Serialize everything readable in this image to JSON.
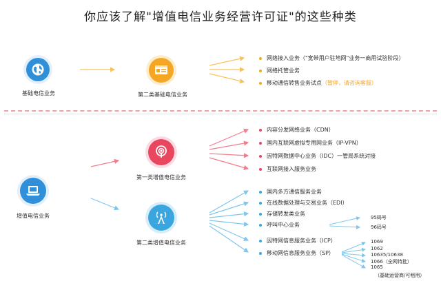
{
  "title": "你应该了解\"增值电信业务经营许可证\"的这些种类",
  "colors": {
    "orange": "#f5a623",
    "red": "#e94660",
    "blue": "#3aa6dd",
    "arrow_orange": "#f8c25a",
    "arrow_red": "#f07c8e",
    "arrow_blue": "#7fc6ea"
  },
  "basic": {
    "root_label": "基础电信业务",
    "category_label": "第二类基础电信业务",
    "items": [
      {
        "text": "网络接入业务（\"宽带用户驻地网\"业务一商用试验阶段）",
        "note": ""
      },
      {
        "text": "网络托管业务",
        "note": ""
      },
      {
        "text": "移动通信转售业务试点",
        "note": "（暂停，请咨询客服）"
      }
    ]
  },
  "value_added": {
    "root_label": "增值电信业务",
    "category1": {
      "label": "第一类增值电信业务",
      "items": [
        "内容分发网络业务（CDN）",
        "国内互联网虚拟专用网业务（IP-VPN）",
        "因特网数据中心业务（IDC）一管局系统对接",
        "互联网接入服务业务"
      ]
    },
    "category2": {
      "label": "第二类增值电信业务",
      "items": [
        "国内多方通信服务业务",
        "在线数据处理与交易业务（EDI）",
        "存储转发类业务",
        "呼叫中心业务",
        "因特网信息服务业务（ICP）",
        "移动网信息服务业务（SP）"
      ],
      "call_center_numbers": [
        "95码号",
        "96码号"
      ],
      "sp_numbers": [
        "1069",
        "1062",
        "10635/10638",
        "1066（全网特批）",
        "1065"
      ],
      "sp_numbers_note": "（基础运营商/可租用）"
    }
  }
}
